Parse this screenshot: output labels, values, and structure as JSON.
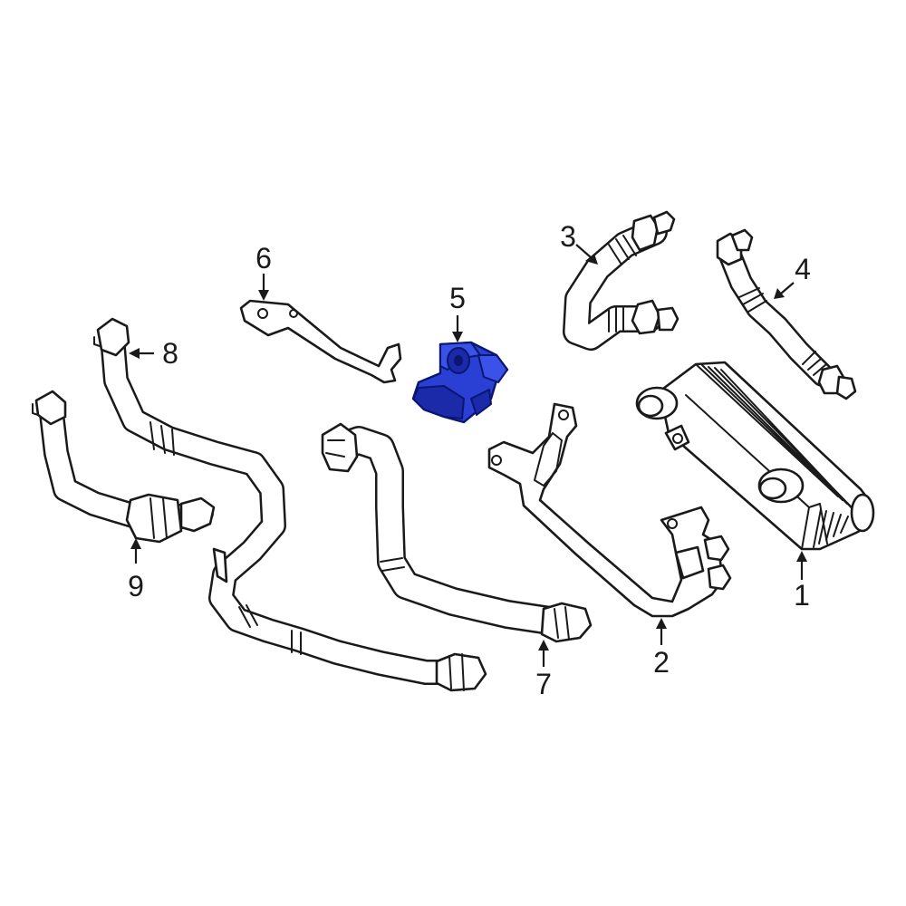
{
  "callouts": [
    {
      "label": "1"
    },
    {
      "label": "2"
    },
    {
      "label": "3"
    },
    {
      "label": "4"
    },
    {
      "label": "5"
    },
    {
      "label": "6"
    },
    {
      "label": "7"
    },
    {
      "label": "8"
    },
    {
      "label": "9"
    }
  ],
  "colors": {
    "line": "#1a1a1a",
    "background": "#ffffff",
    "highlight": "#2a3fd4",
    "highlight_dark": "#0a1670"
  },
  "highlighted_part": "5"
}
